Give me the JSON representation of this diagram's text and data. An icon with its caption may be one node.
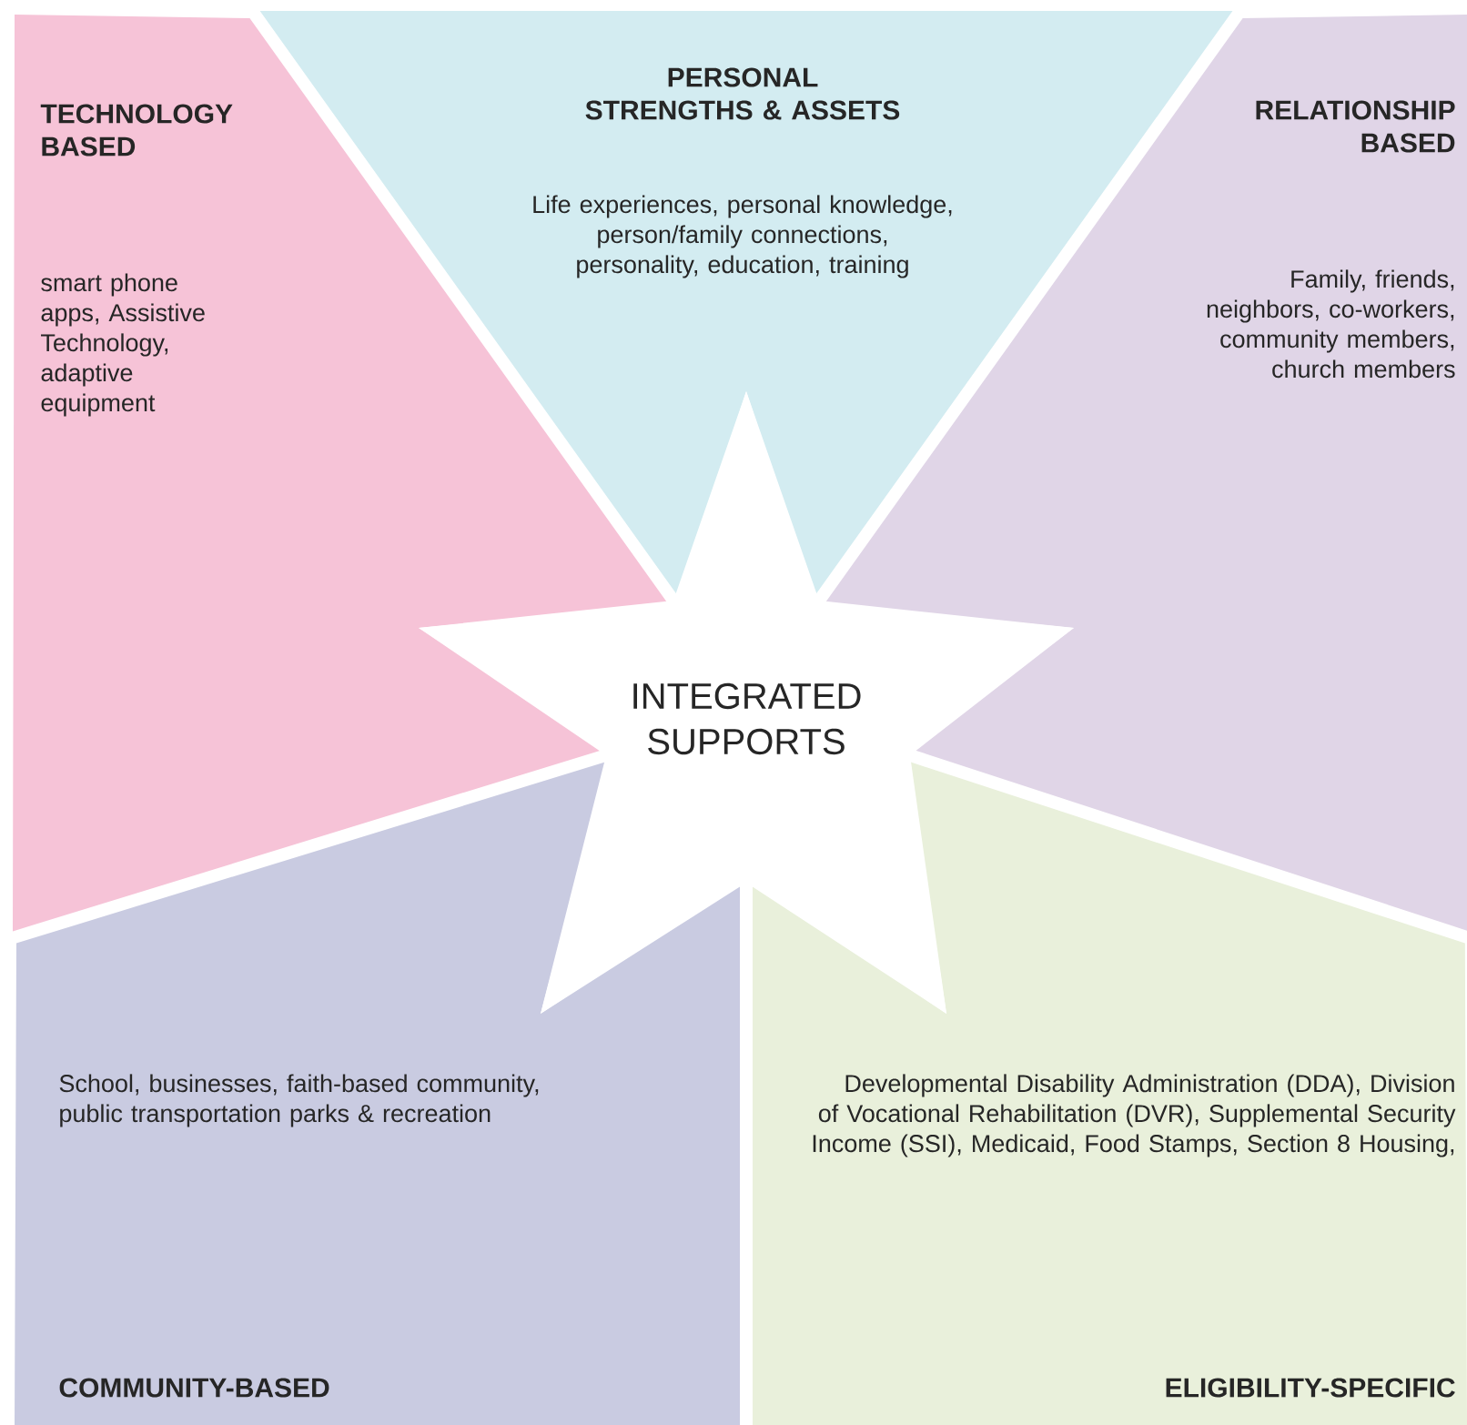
{
  "diagram": {
    "nodes": [
      {
        "text": [
          "TECHNOLOGY BASED",
          "smart phone apps, Assistive Technology, adaptive equipment"
        ]
      },
      {
        "text": [
          "PERSONAL STRENGTHS & ASSETS",
          "Life experiences, personal knowledge, person/family connections, personality, education, training"
        ]
      },
      {
        "text": [
          "RELATIONSHIP BASED",
          "Family, friends, neighbors, co-workers, community members, church members"
        ]
      },
      {
        "text": [
          "INTEGRATED SUPPORTS"
        ]
      },
      {
        "text": [
          "School, businesses, faith-based community, public transportation parks & recreation",
          "COMMUNITY-BASED"
        ]
      },
      {
        "text": [
          "Developmental Disability Administration (DDA), Division of Vocational Rehabilitation (DVR), Supplemental Security Income (SSI), Medicaid, Food Stamps, Section 8 Housing,",
          "ELIGIBILITY-SPECIFIC"
        ]
      }
    ]
  }
}
